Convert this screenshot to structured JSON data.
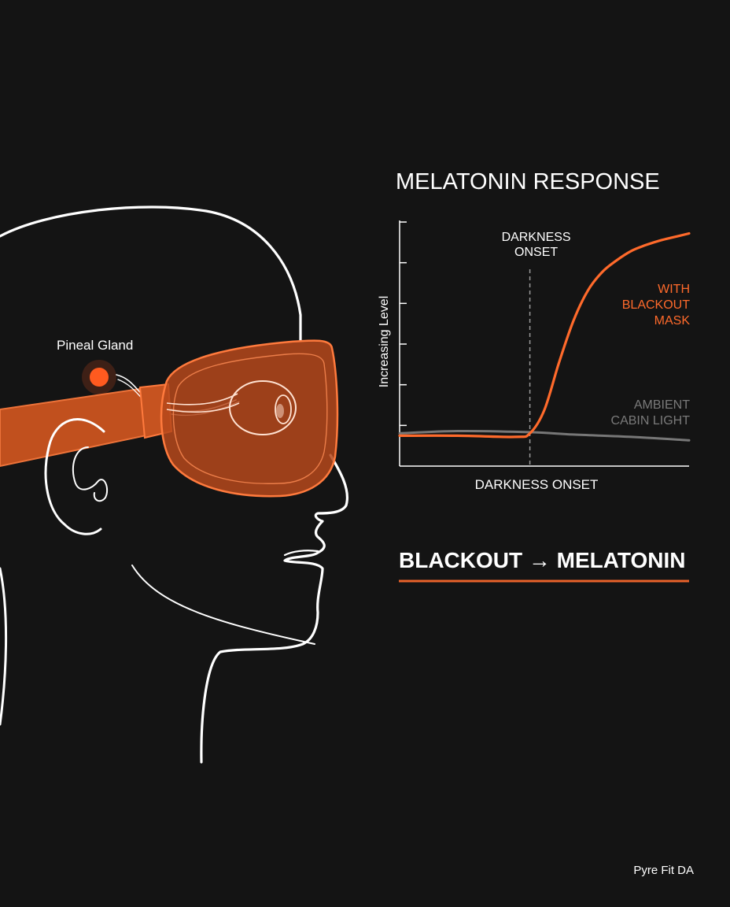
{
  "illustration": {
    "pineal_label": "Pineal Gland",
    "accent_color": "#ff6a2b",
    "line_color": "#ffffff"
  },
  "chart_data": {
    "type": "line",
    "title": "MELATONIN RESPONSE",
    "xlabel": "DARKNESS ONSET",
    "ylabel": "Increasing Level",
    "xlim": [
      0,
      100
    ],
    "ylim": [
      0,
      100
    ],
    "y_ticks": 6,
    "grid": false,
    "annotation": {
      "label": [
        "DARKNESS",
        "ONSET"
      ],
      "x": 45,
      "style": "dashed-vertical"
    },
    "series": [
      {
        "name": [
          "WITH",
          "BLACKOUT",
          "MASK"
        ],
        "color": "#ff6a2b",
        "x": [
          0,
          20,
          40,
          45,
          50,
          55,
          60,
          65,
          70,
          75,
          80,
          85,
          90,
          95,
          100
        ],
        "y": [
          13,
          13,
          12.5,
          14,
          24,
          44,
          62,
          75,
          83,
          88,
          92,
          94.5,
          96.5,
          98,
          99.5
        ]
      },
      {
        "name": [
          "AMBIENT",
          "CABIN LIGHT"
        ],
        "color": "#777777",
        "x": [
          0,
          20,
          45,
          60,
          80,
          100
        ],
        "y": [
          14,
          15,
          14.5,
          13.5,
          12.5,
          11
        ]
      }
    ]
  },
  "headline": {
    "text": "BLACKOUT → MELATONIN",
    "underline_color": "#e8622a"
  },
  "brand": {
    "text": "Pyre Fit DA"
  }
}
